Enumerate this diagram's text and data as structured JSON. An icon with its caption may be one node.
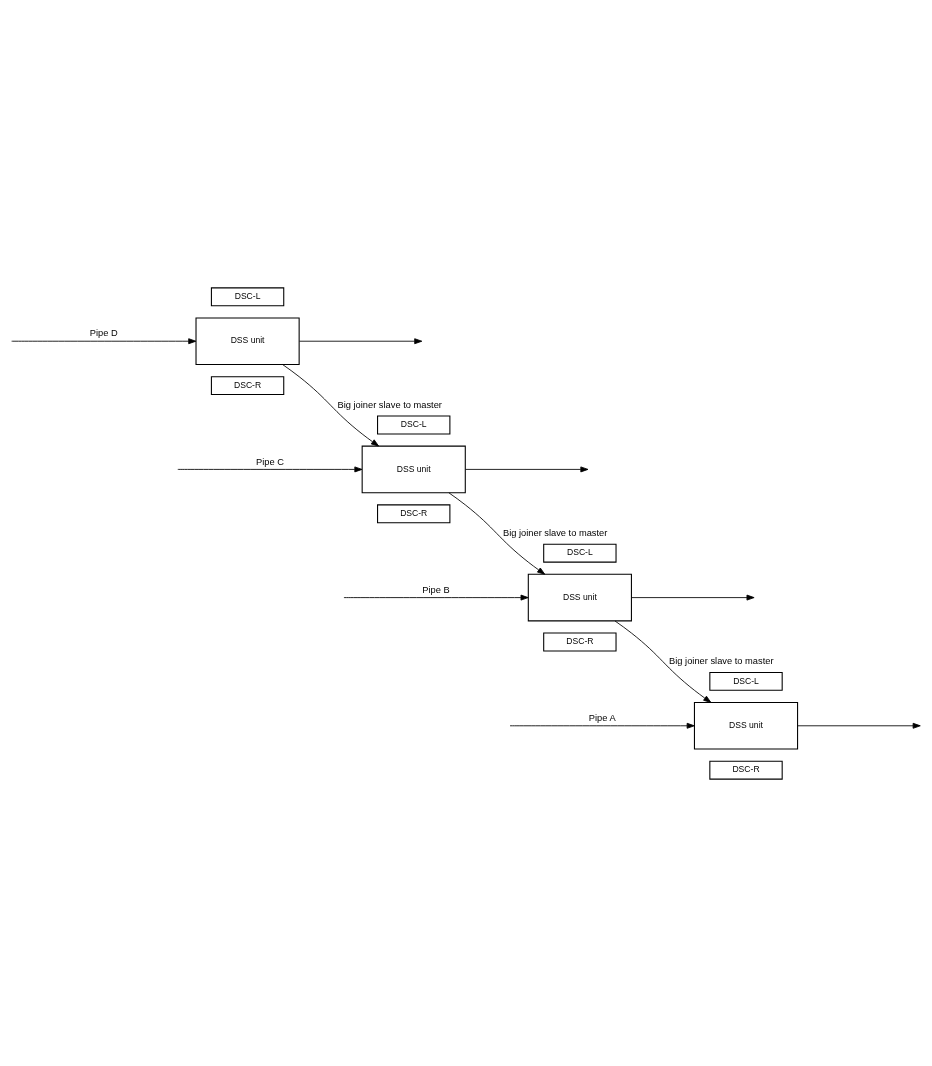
{
  "diagram": {
    "nodes": [
      {
        "text": [
          "DSC-L"
        ]
      },
      {
        "text": [
          "DSS unit"
        ]
      },
      {
        "text": [
          "DSC-R"
        ]
      },
      {
        "text": [
          "DSC-L"
        ]
      },
      {
        "text": [
          "DSS unit"
        ]
      },
      {
        "text": [
          "DSC-R"
        ]
      },
      {
        "text": [
          "DSC-L"
        ]
      },
      {
        "text": [
          "DSS unit"
        ]
      },
      {
        "text": [
          "DSC-R"
        ]
      },
      {
        "text": [
          "DSC-L"
        ]
      },
      {
        "text": [
          "DSS unit"
        ]
      },
      {
        "text": [
          "DSC-R"
        ]
      }
    ],
    "edges": [
      {
        "from": null,
        "to": 1,
        "arrow": "to",
        "label": "Pipe D"
      },
      {
        "from": 1,
        "to": null,
        "arrow": "to"
      },
      {
        "from": 1,
        "to": 4,
        "arrow": "to",
        "label": "Big joiner slave to master"
      },
      {
        "from": null,
        "to": 4,
        "arrow": "to",
        "label": "Pipe C"
      },
      {
        "from": 4,
        "to": null,
        "arrow": "to"
      },
      {
        "from": 4,
        "to": 7,
        "arrow": "to",
        "label": "Big joiner slave to master"
      },
      {
        "from": null,
        "to": 7,
        "arrow": "to",
        "label": "Pipe B"
      },
      {
        "from": 7,
        "to": null,
        "arrow": "to"
      },
      {
        "from": 7,
        "to": 10,
        "arrow": "to",
        "label": "Big joiner slave to master"
      },
      {
        "from": null,
        "to": 10,
        "arrow": "to",
        "label": "Pipe A"
      },
      {
        "from": 10,
        "to": null,
        "arrow": "to"
      }
    ]
  }
}
